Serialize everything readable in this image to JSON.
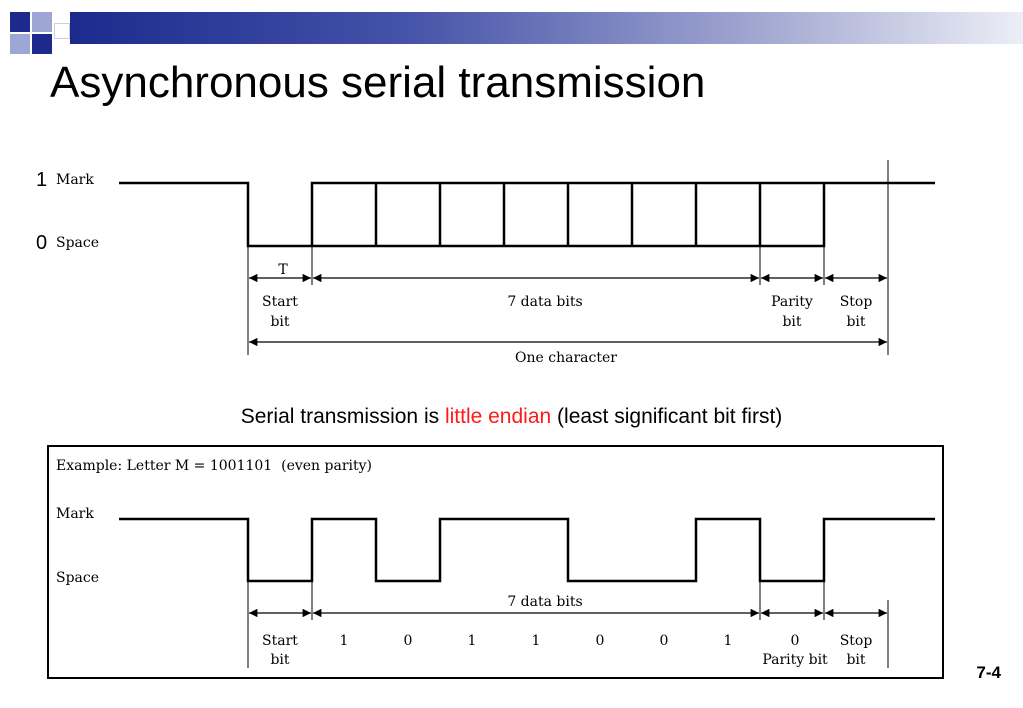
{
  "slide": {
    "title": "Asynchronous serial transmission",
    "page_number": "7-4",
    "caption": {
      "prefix": "Serial transmission is ",
      "highlight": "little endian",
      "suffix": " (least significant bit first)"
    },
    "colors": {
      "title_bar": "#1c2a8e",
      "highlight": "#ff1a1a"
    }
  },
  "frame_diagram": {
    "level_one": "1",
    "level_zero": "0",
    "mark_label": "Mark",
    "space_label": "Space",
    "period_label": "T",
    "start_line1": "Start",
    "start_line2": "bit",
    "data_label": "7 data bits",
    "parity_line1": "Parity",
    "parity_line2": "bit",
    "stop_line1": "Stop",
    "stop_line2": "bit",
    "character_label": "One character"
  },
  "example": {
    "header": "Example: Letter M = 1001101  (even parity)",
    "mark_label": "Mark",
    "space_label": "Space",
    "data_label": "7 data bits",
    "start_line1": "Start",
    "start_line2": "bit",
    "data_bits": [
      "1",
      "0",
      "1",
      "1",
      "0",
      "0",
      "1"
    ],
    "parity_value": "0",
    "parity_label": "Parity bit",
    "stop_line1": "Stop",
    "stop_line2": "bit"
  }
}
